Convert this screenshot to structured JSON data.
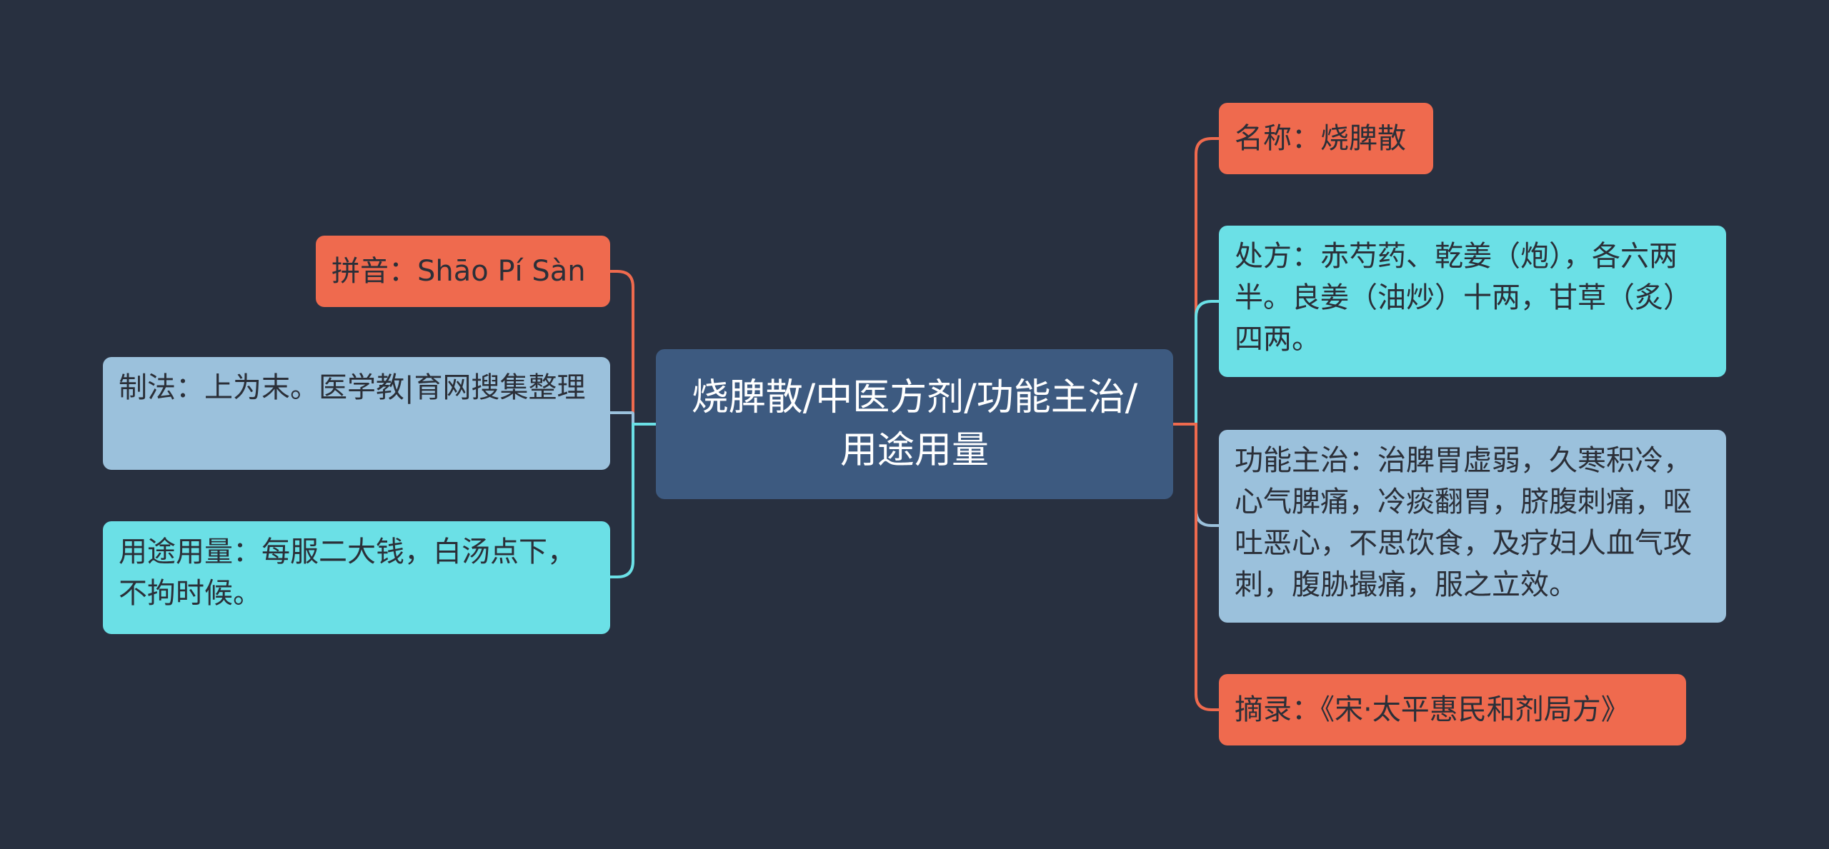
{
  "root": {
    "label": "烧脾散/中医方剂/功能主治/用途用量"
  },
  "colors": {
    "background": "#283040",
    "root": "#3d5a80",
    "orange": "#ef6a4e",
    "cyan": "#6be0e6",
    "blue": "#9bc1dc"
  },
  "left": [
    {
      "text": "拼音：Shāo Pí Sàn",
      "color": "orange"
    },
    {
      "text": "制法：上为末。医学教|育网搜集整理",
      "color": "blue"
    },
    {
      "text": "用途用量：每服二大钱，白汤点下，不拘时候。",
      "color": "cyan"
    }
  ],
  "right": [
    {
      "text": "名称：烧脾散",
      "color": "orange"
    },
    {
      "text": "处方：赤芍药、乾姜（炮），各六两半。良姜（油炒）十两，甘草（炙）四两。",
      "color": "cyan"
    },
    {
      "text": "功能主治：治脾胃虚弱，久寒积冷，心气脾痛，冷痰翻胃，脐腹刺痛，呕吐恶心，不思饮食，及疗妇人血气攻刺，腹胁撮痛，服之立效。",
      "color": "blue"
    },
    {
      "text": "摘录：《宋·太平惠民和剂局方》",
      "color": "orange"
    }
  ]
}
